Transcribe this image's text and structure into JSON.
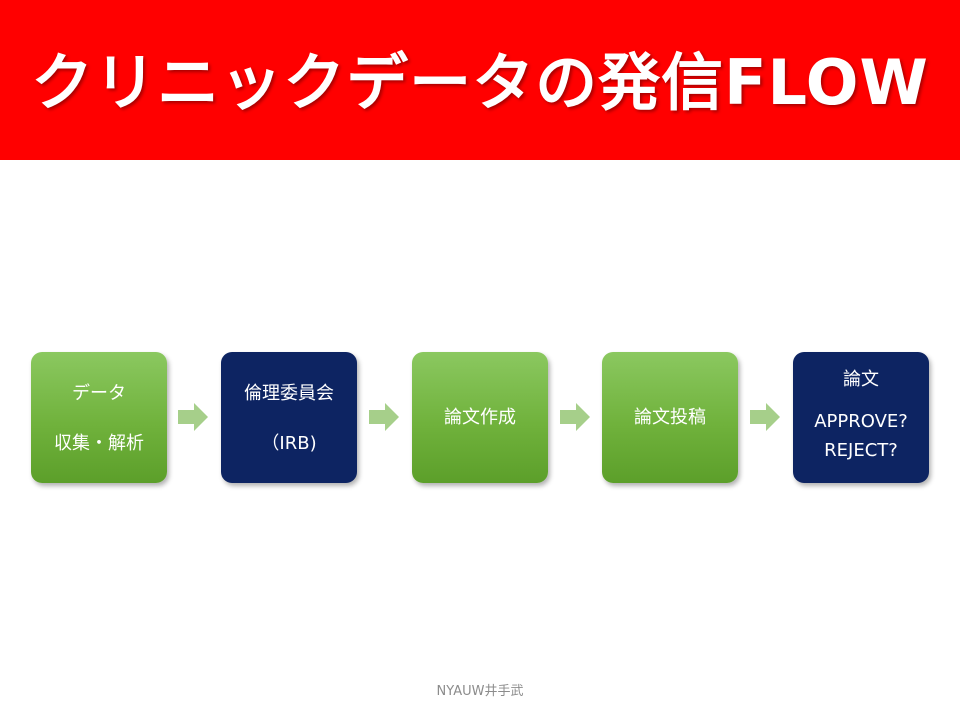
{
  "title": "クリニックデータの発信FLOW",
  "steps": [
    {
      "lines": [
        "データ",
        "収集・解析"
      ],
      "color": "#70b23c"
    },
    {
      "lines": [
        "倫理委員会",
        "（IRB)"
      ],
      "color": "#0d2462"
    },
    {
      "lines": [
        "論文作成"
      ],
      "color": "#70b23c"
    },
    {
      "lines": [
        "論文投稿"
      ],
      "color": "#70b23c"
    },
    {
      "lines": [
        "論文",
        "APPROVE?",
        "REJECT?"
      ],
      "color": "#0d2462"
    }
  ],
  "footer": "NYAUW井手武",
  "colors": {
    "title_bar": "#ff0000",
    "green_box": "#70b23c",
    "navy_box": "#0d2462",
    "arrow": "#a6cf8a"
  }
}
